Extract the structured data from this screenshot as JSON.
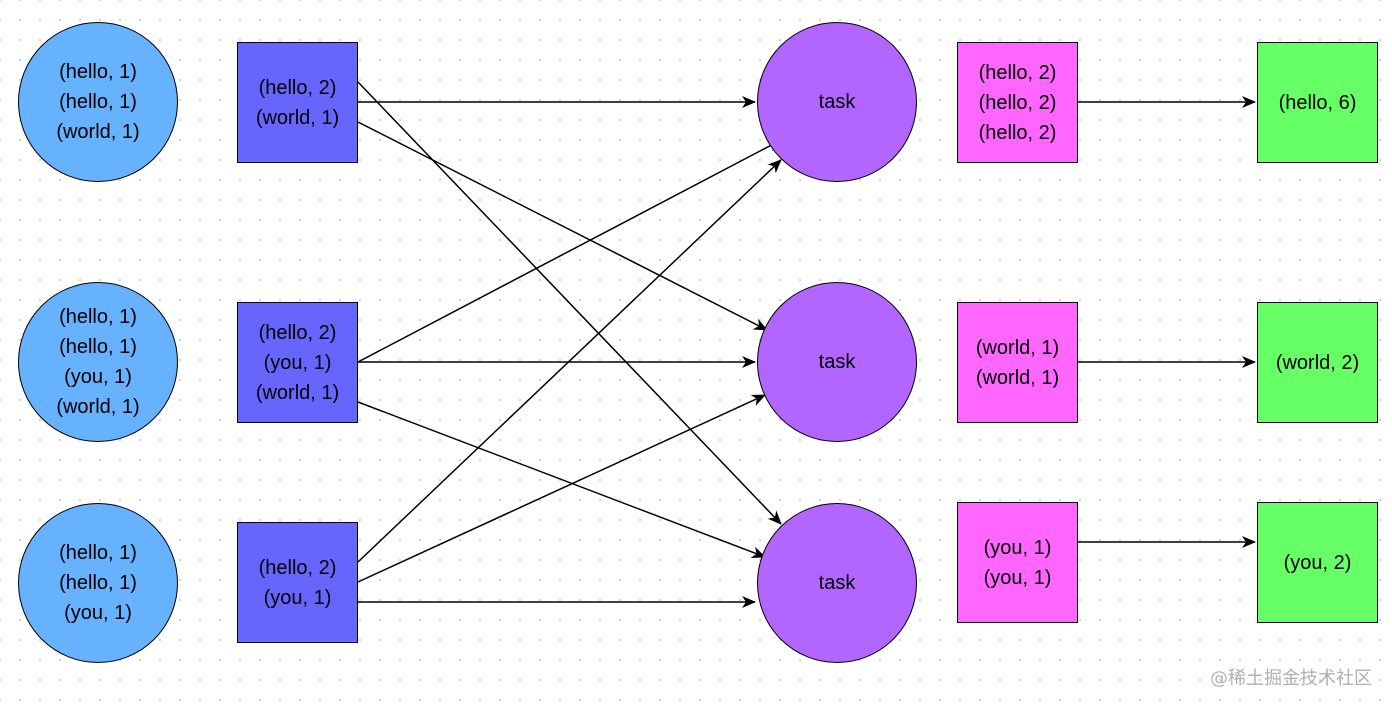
{
  "inputs": [
    {
      "lines": [
        "(hello, 1)",
        "(hello, 1)",
        "(world, 1)"
      ]
    },
    {
      "lines": [
        "(hello, 1)",
        "(hello, 1)",
        "(you, 1)",
        "(world, 1)"
      ]
    },
    {
      "lines": [
        "(hello, 1)",
        "(hello, 1)",
        "(you, 1)"
      ]
    }
  ],
  "combined": [
    {
      "lines": [
        "(hello, 2)",
        "(world, 1)"
      ]
    },
    {
      "lines": [
        "(hello, 2)",
        "(you, 1)",
        "(world, 1)"
      ]
    },
    {
      "lines": [
        "(hello, 2)",
        "(you, 1)"
      ]
    }
  ],
  "tasks": [
    {
      "label": "task"
    },
    {
      "label": "task"
    },
    {
      "label": "task"
    }
  ],
  "grouped": [
    {
      "lines": [
        "(hello, 2)",
        "(hello, 2)",
        "(hello, 2)"
      ]
    },
    {
      "lines": [
        "(world, 1)",
        "(world, 1)"
      ]
    },
    {
      "lines": [
        "(you, 1)",
        "(you, 1)"
      ]
    }
  ],
  "results": [
    {
      "lines": [
        "(hello, 6)"
      ]
    },
    {
      "lines": [
        "(world, 2)"
      ]
    },
    {
      "lines": [
        "(you, 2)"
      ]
    }
  ],
  "edges": [
    {
      "from": "combine-box-1",
      "to": "task-1"
    },
    {
      "from": "combine-box-1",
      "to": "task-2"
    },
    {
      "from": "combine-box-1",
      "to": "task-3"
    },
    {
      "from": "combine-box-2",
      "to": "task-1"
    },
    {
      "from": "combine-box-2",
      "to": "task-2"
    },
    {
      "from": "combine-box-2",
      "to": "task-3"
    },
    {
      "from": "combine-box-3",
      "to": "task-1"
    },
    {
      "from": "combine-box-3",
      "to": "task-2"
    },
    {
      "from": "combine-box-3",
      "to": "task-3"
    },
    {
      "from": "group-box-1",
      "to": "result-box-1"
    },
    {
      "from": "group-box-2",
      "to": "result-box-2"
    },
    {
      "from": "group-box-3",
      "to": "result-box-3"
    }
  ],
  "watermark": "@稀土掘金技术社区"
}
